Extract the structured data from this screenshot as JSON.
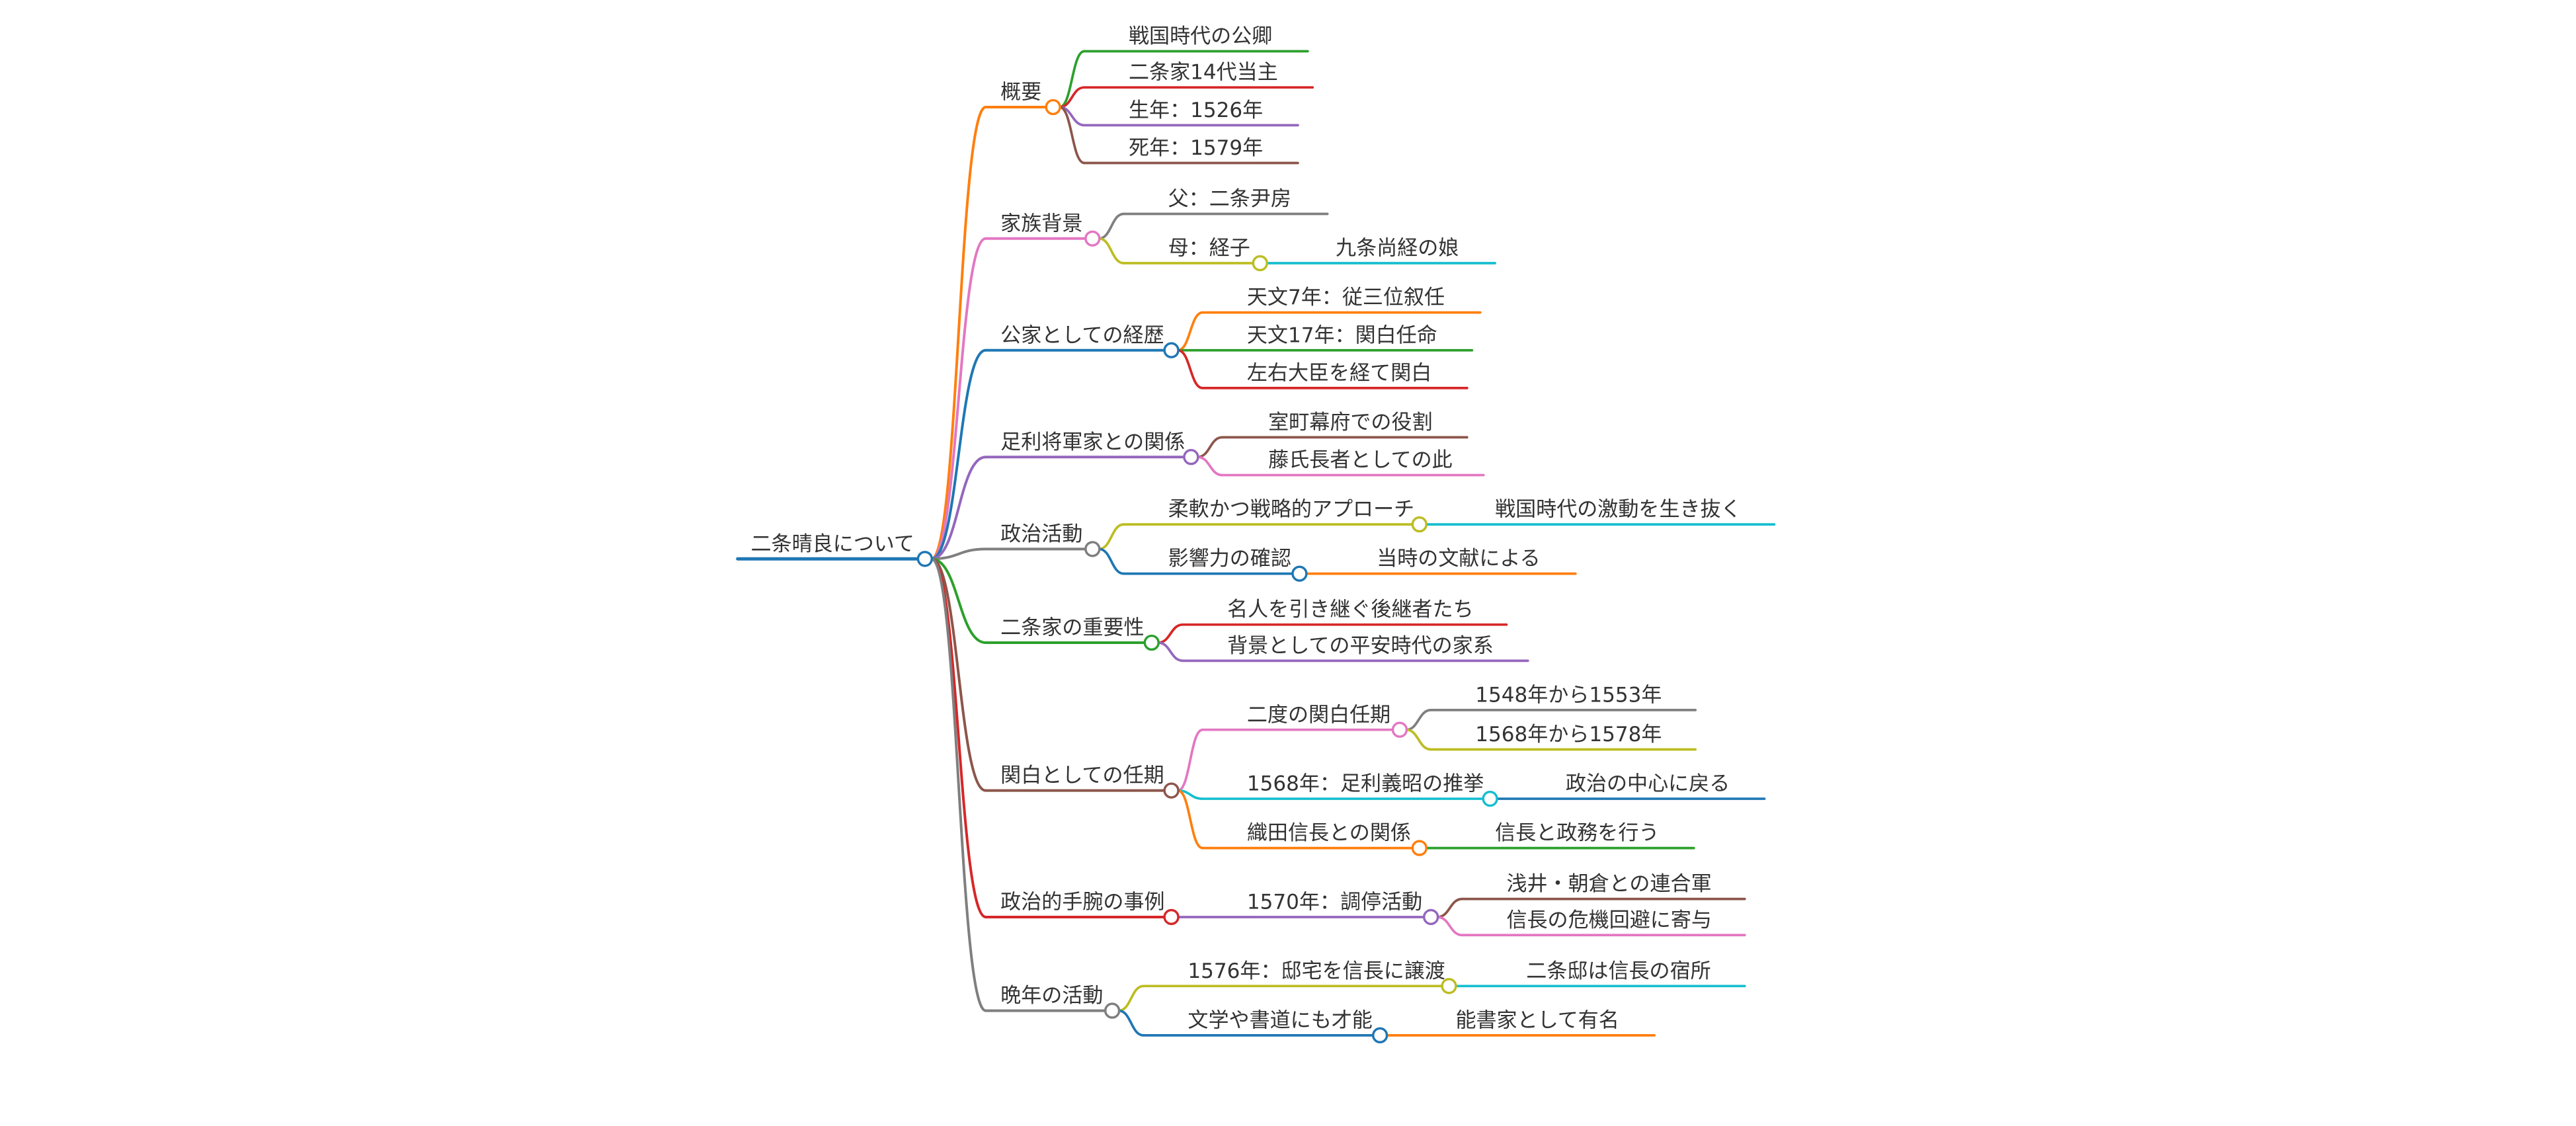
{
  "root": {
    "label": "二条晴良について",
    "color": "#1f77b4",
    "children": [
      {
        "label": "概要",
        "color": "#ff7f0e",
        "children": [
          {
            "label": "戦国時代の公卿",
            "color": "#2ca02c"
          },
          {
            "label": "二条家14代当主",
            "color": "#d62728"
          },
          {
            "label": "生年：1526年",
            "color": "#9467bd"
          },
          {
            "label": "死年：1579年",
            "color": "#8c564b"
          }
        ]
      },
      {
        "label": "家族背景",
        "color": "#e377c2",
        "children": [
          {
            "label": "父：二条尹房",
            "color": "#7f7f7f"
          },
          {
            "label": "母：経子",
            "color": "#bcbd22",
            "children": [
              {
                "label": "九条尚経の娘",
                "color": "#17becf"
              }
            ]
          }
        ]
      },
      {
        "label": "公家としての経歴",
        "color": "#1f77b4",
        "children": [
          {
            "label": "天文7年：従三位叙任",
            "color": "#ff7f0e"
          },
          {
            "label": "天文17年：関白任命",
            "color": "#2ca02c"
          },
          {
            "label": "左右大臣を経て関白",
            "color": "#d62728"
          }
        ]
      },
      {
        "label": "足利将軍家との関係",
        "color": "#9467bd",
        "children": [
          {
            "label": "室町幕府での役割",
            "color": "#8c564b"
          },
          {
            "label": "藤氏長者としての此",
            "color": "#e377c2"
          }
        ]
      },
      {
        "label": "政治活動",
        "color": "#7f7f7f",
        "children": [
          {
            "label": "柔軟かつ戦略的アプローチ",
            "color": "#bcbd22",
            "children": [
              {
                "label": "戦国時代の激動を生き抜く",
                "color": "#17becf"
              }
            ]
          },
          {
            "label": "影響力の確認",
            "color": "#1f77b4",
            "children": [
              {
                "label": "当時の文献による",
                "color": "#ff7f0e"
              }
            ]
          }
        ]
      },
      {
        "label": "二条家の重要性",
        "color": "#2ca02c",
        "children": [
          {
            "label": "名人を引き継ぐ後継者たち",
            "color": "#d62728"
          },
          {
            "label": "背景としての平安時代の家系",
            "color": "#9467bd"
          }
        ]
      },
      {
        "label": "関白としての任期",
        "color": "#8c564b",
        "children": [
          {
            "label": "二度の関白任期",
            "color": "#e377c2",
            "children": [
              {
                "label": "1548年から1553年",
                "color": "#7f7f7f"
              },
              {
                "label": "1568年から1578年",
                "color": "#bcbd22"
              }
            ]
          },
          {
            "label": "1568年：足利義昭の推挙",
            "color": "#17becf",
            "children": [
              {
                "label": "政治の中心に戻る",
                "color": "#1f77b4"
              }
            ]
          },
          {
            "label": "織田信長との関係",
            "color": "#ff7f0e",
            "children": [
              {
                "label": "信長と政務を行う",
                "color": "#2ca02c"
              }
            ]
          }
        ]
      },
      {
        "label": "政治的手腕の事例",
        "color": "#d62728",
        "children": [
          {
            "label": "1570年：調停活動",
            "color": "#9467bd",
            "children": [
              {
                "label": "浅井・朝倉との連合軍",
                "color": "#8c564b"
              },
              {
                "label": "信長の危機回避に寄与",
                "color": "#e377c2"
              }
            ]
          }
        ]
      },
      {
        "label": "晩年の活動",
        "color": "#7f7f7f",
        "children": [
          {
            "label": "1576年：邸宅を信長に譲渡",
            "color": "#bcbd22",
            "children": [
              {
                "label": "二条邸は信長の宿所",
                "color": "#17becf"
              }
            ]
          },
          {
            "label": "文学や書道にも才能",
            "color": "#1f77b4",
            "children": [
              {
                "label": "能書家として有名",
                "color": "#ff7f0e"
              }
            ]
          }
        ]
      }
    ]
  }
}
